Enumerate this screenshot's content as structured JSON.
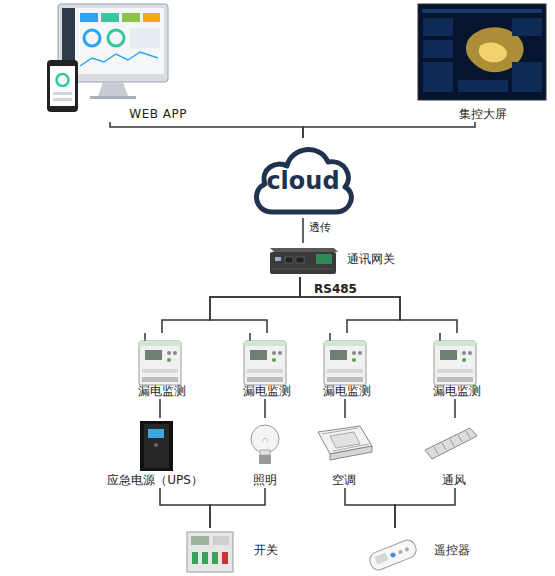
{
  "diagram": {
    "nodes": [
      {
        "text": [
          "WEB APP"
        ]
      },
      {
        "text": [
          "集控大屏"
        ]
      },
      {
        "text": [
          "cloud"
        ]
      },
      {
        "text": [
          "通讯网关"
        ]
      },
      {
        "text": [
          "漏电监测"
        ]
      },
      {
        "text": [
          "漏电监测"
        ]
      },
      {
        "text": [
          "漏电监测"
        ]
      },
      {
        "text": [
          "漏电监测"
        ]
      },
      {
        "text": [
          "应急电源（UPS）"
        ]
      },
      {
        "text": [
          "照明"
        ]
      },
      {
        "text": [
          "空调"
        ]
      },
      {
        "text": [
          "通风"
        ]
      },
      {
        "text": [
          "开关"
        ]
      },
      {
        "text": [
          "遥控器"
        ]
      }
    ],
    "edges": [
      {
        "from": 0,
        "to": 2,
        "arrow": "none"
      },
      {
        "from": 1,
        "to": 2,
        "arrow": "none"
      },
      {
        "from": 2,
        "to": 3,
        "label": "透传",
        "arrow": "none"
      },
      {
        "from": 3,
        "to": 4,
        "arrow": "none"
      },
      {
        "from": 3,
        "to": 5,
        "arrow": "none"
      },
      {
        "from": 3,
        "to": 6,
        "arrow": "none"
      },
      {
        "from": 3,
        "to": 7,
        "arrow": "none"
      },
      {
        "from": 4,
        "to": 8,
        "arrow": "none"
      },
      {
        "from": 5,
        "to": 9,
        "arrow": "none"
      },
      {
        "from": 6,
        "to": 10,
        "arrow": "none"
      },
      {
        "from": 7,
        "to": 11,
        "arrow": "none"
      },
      {
        "from": 8,
        "to": 12,
        "arrow": "none"
      },
      {
        "from": 9,
        "to": 12,
        "arrow": "none"
      },
      {
        "from": 10,
        "to": 13,
        "arrow": "none"
      },
      {
        "from": 11,
        "to": 13,
        "arrow": "none"
      }
    ],
    "labels": [
      "RS485"
    ]
  }
}
